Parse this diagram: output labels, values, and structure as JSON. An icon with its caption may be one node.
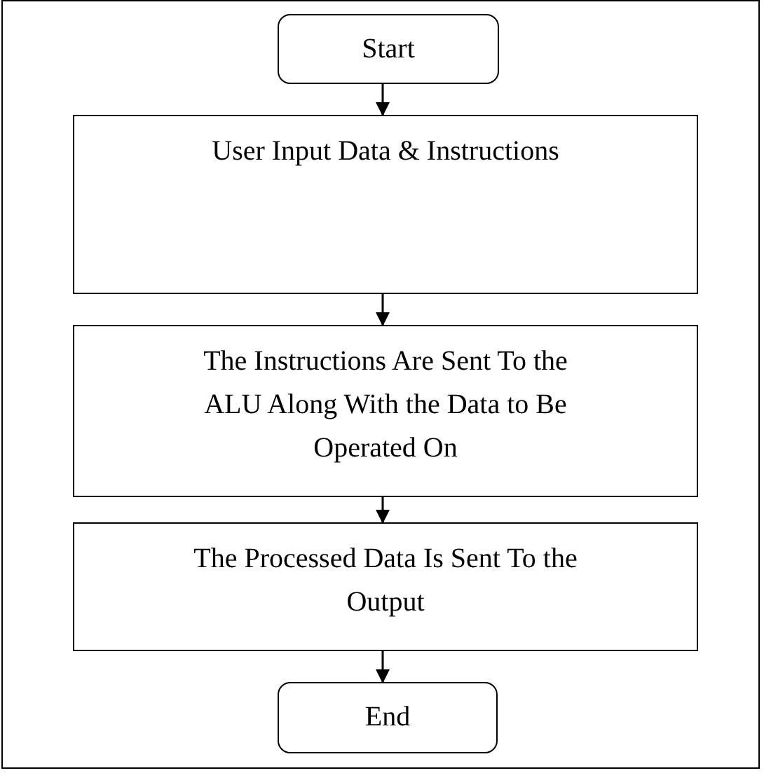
{
  "diagram": {
    "nodes": [
      {
        "text": [
          "Start"
        ]
      },
      {
        "text": [
          "User Input Data & Instructions"
        ]
      },
      {
        "text": [
          "The Instructions Are Sent To the ALU Along With the Data to Be Operated On"
        ]
      },
      {
        "text": [
          "The Processed Data Is Sent To the Output"
        ]
      },
      {
        "text": [
          "End"
        ]
      }
    ],
    "edges": [
      {
        "from": 0,
        "to": 1,
        "arrow": "to"
      },
      {
        "from": 1,
        "to": 2,
        "arrow": "to"
      },
      {
        "from": 2,
        "to": 3,
        "arrow": "to"
      },
      {
        "from": 3,
        "to": 4,
        "arrow": "to"
      }
    ]
  }
}
